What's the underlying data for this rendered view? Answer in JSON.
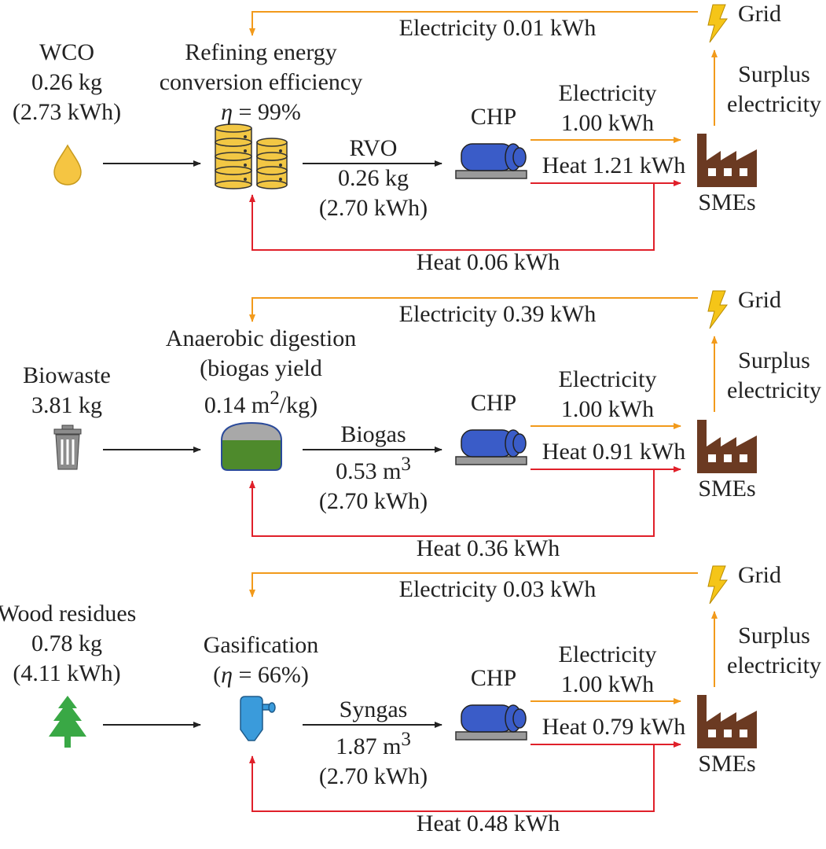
{
  "colors": {
    "electricity": "#F29A1B",
    "heat": "#E0202A",
    "main_flow": "#222222",
    "oil_drop": "#F5C542",
    "barrel": "#F2C744",
    "chp_body": "#3A5CC8",
    "chp_base": "#9A9A9A",
    "factory": "#6B3A22",
    "bolt": "#F5C518",
    "digester_gas": "#A8A8A8",
    "digester_liquid": "#4E8A2C",
    "gasifier": "#3A9BDB",
    "tree": "#39A845",
    "bin": "#8C8C8C"
  },
  "rows": [
    {
      "feed": {
        "lines": [
          "WCO",
          "0.26 kg",
          "(2.73 kWh)"
        ],
        "icon": "oil-drop-icon"
      },
      "process": {
        "lines_html": [
          "Refining energy",
          "conversion efficiency",
          "<i>η</i> = 99%"
        ],
        "icon": "barrels-icon"
      },
      "product": {
        "name": "RVO",
        "line2_html": "0.26 kg",
        "line3": "(2.70 kWh)"
      },
      "chp_label": "CHP",
      "elec_label": [
        "Electricity",
        "1.00 kWh"
      ],
      "heat_out_label": "Heat 1.21 kWh",
      "heat_return_label": "Heat 0.06 kWh",
      "grid_label": "Grid",
      "grid_elec_label": "Electricity 0.01 kWh",
      "surplus_label": [
        "Surplus",
        "electricity"
      ],
      "smes_label": "SMEs"
    },
    {
      "feed": {
        "lines": [
          "Biowaste",
          "3.81 kg"
        ],
        "icon": "trash-bin-icon"
      },
      "process": {
        "lines_html": [
          "Anaerobic digestion",
          "(biogas yield",
          "0.14 m<sup>2</sup>/kg)"
        ],
        "icon": "digester-icon"
      },
      "product": {
        "name": "Biogas",
        "line2_html": "0.53 m<sup>3</sup>",
        "line3": "(2.70 kWh)"
      },
      "chp_label": "CHP",
      "elec_label": [
        "Electricity",
        "1.00 kWh"
      ],
      "heat_out_label": "Heat 0.91 kWh",
      "heat_return_label": "Heat 0.36 kWh",
      "grid_label": "Grid",
      "grid_elec_label": "Electricity 0.39 kWh",
      "surplus_label": [
        "Surplus",
        "electricity"
      ],
      "smes_label": "SMEs"
    },
    {
      "feed": {
        "lines": [
          "Wood residues",
          "0.78 kg",
          "(4.11 kWh)"
        ],
        "icon": "tree-icon"
      },
      "process": {
        "lines_html": [
          "Gasification",
          "(<i>η</i> = 66%)"
        ],
        "icon": "gasifier-icon"
      },
      "product": {
        "name": "Syngas",
        "line2_html": "1.87 m<sup>3</sup>",
        "line3": "(2.70 kWh)"
      },
      "chp_label": "CHP",
      "elec_label": [
        "Electricity",
        "1.00 kWh"
      ],
      "heat_out_label": "Heat 0.79 kWh",
      "heat_return_label": "Heat 0.48 kWh",
      "grid_label": "Grid",
      "grid_elec_label": "Electricity 0.03 kWh",
      "surplus_label": [
        "Surplus",
        "electricity"
      ],
      "smes_label": "SMEs"
    }
  ]
}
